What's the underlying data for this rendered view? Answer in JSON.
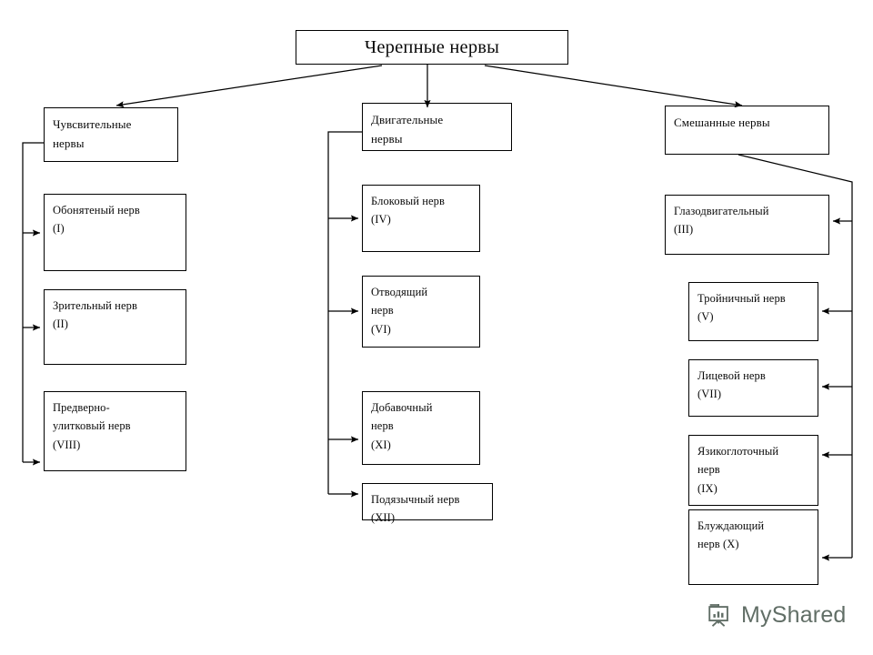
{
  "title": {
    "label": "Черепные нервы"
  },
  "groups": [
    {
      "id": "sensory",
      "label": "Чувсвительные\nнервы"
    },
    {
      "id": "motor",
      "label": "Двигательные\nнервы"
    },
    {
      "id": "mixed",
      "label": "Смешанные нервы"
    }
  ],
  "sensory_nerves": [
    {
      "label": "Обонятеный нерв\n(I)",
      "name": "Обонятеный нерв",
      "numeral": "I"
    },
    {
      "label": "Зрительный нерв\n(II)",
      "name": "Зрительный нерв",
      "numeral": "II"
    },
    {
      "label": "Предверно-\nулитковый нерв\n(VIII)",
      "name": "Предверно-улитковый нерв",
      "numeral": "VIII"
    }
  ],
  "motor_nerves": [
    {
      "label": "Блоковый нерв\n(IV)",
      "name": "Блоковый нерв",
      "numeral": "IV"
    },
    {
      "label": "Отводящий\nнерв\n(VI)",
      "name": "Отводящий нерв",
      "numeral": "VI"
    },
    {
      "label": "Добавочный\nнерв\n(XI)",
      "name": "Добавочный нерв",
      "numeral": "XI"
    },
    {
      "label": "Подязычный нерв\n(XII)",
      "name": "Подязычный нерв",
      "numeral": "XII"
    }
  ],
  "mixed_nerves": [
    {
      "label": "Глазодвигательный\n(III)",
      "name": "Глазодвигательный",
      "numeral": "III"
    },
    {
      "label": "Тройничный нерв\n(V)",
      "name": "Тройничный нерв",
      "numeral": "V"
    },
    {
      "label": "Лицевой нерв\n(VII)",
      "name": "Лицевой нерв",
      "numeral": "VII"
    },
    {
      "label": "Язикоглоточный\nнерв\n(IX)",
      "name": "Язикоглоточный нерв",
      "numeral": "IX"
    },
    {
      "label": "Блуждающий\nнерв (X)",
      "name": "Блуждающий нерв",
      "numeral": "X"
    }
  ],
  "watermark": {
    "text": "MyShared",
    "icon": "presentation-board-icon",
    "color": "#4c5b52"
  },
  "style": {
    "line_color": "#000000",
    "box_border": "#000000",
    "background": "#ffffff",
    "text_color": "#0a0a0a"
  }
}
